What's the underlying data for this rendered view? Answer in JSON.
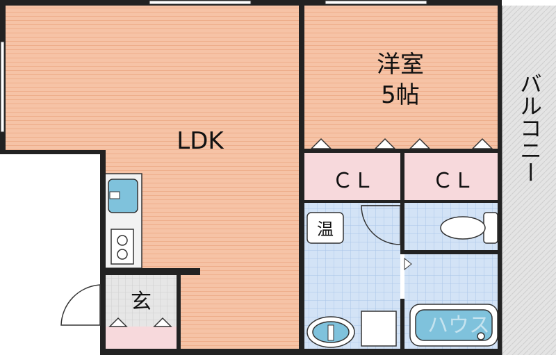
{
  "rooms": {
    "ldk": "LDK",
    "western_room": "洋室",
    "western_room_size": "5帖",
    "closet_left": "ＣＬ",
    "closet_right": "ＣＬ",
    "entrance": "玄",
    "water_heater": "温",
    "balcony": "バルコニー"
  },
  "watermark": "ハウス",
  "colors": {
    "floor": "#f6c3a6",
    "floor_stripe": "#efb08e",
    "closet": "#f7d9dc",
    "tile": "#cfe0f5",
    "tile_line": "#a9c6ea",
    "balcony": "#e6e6e6",
    "wall": "#222222",
    "fixture": "#7fc2dc"
  }
}
